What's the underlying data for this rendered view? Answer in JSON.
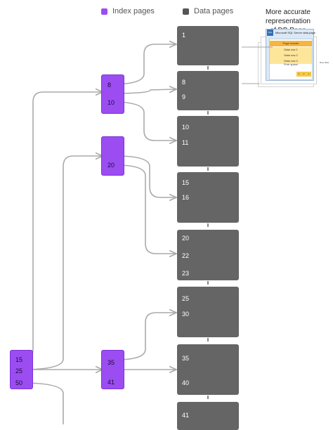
{
  "legend": {
    "index_label": "Index pages",
    "data_label": "Data pages",
    "index_color": "#9b4df2",
    "data_color": "#656565"
  },
  "title": {
    "line1": "More accurate representation",
    "line2": "of DB Page"
  },
  "illustration": {
    "window_title": "Microsoft SQL Server data page",
    "logo_text": "SQL",
    "page_header": "Page header",
    "rows": [
      "Data row 1",
      "Data row 2",
      "Data row 3"
    ],
    "free_space": "Free space",
    "offset_slots": [
      "3",
      "2",
      "1"
    ],
    "row_offsets": "Row offse"
  },
  "index_pages": {
    "root": [
      "15",
      "25",
      "50"
    ],
    "a": [
      "8",
      "10"
    ],
    "b": [
      "20"
    ],
    "c": [
      "35",
      "41"
    ]
  },
  "data_pages": [
    [
      "1"
    ],
    [
      "8",
      "9"
    ],
    [
      "10",
      "11"
    ],
    [
      "15",
      "16"
    ],
    [
      "20",
      "22",
      "23"
    ],
    [
      "25",
      "30"
    ],
    [
      "35",
      "40"
    ],
    [
      "41"
    ]
  ]
}
